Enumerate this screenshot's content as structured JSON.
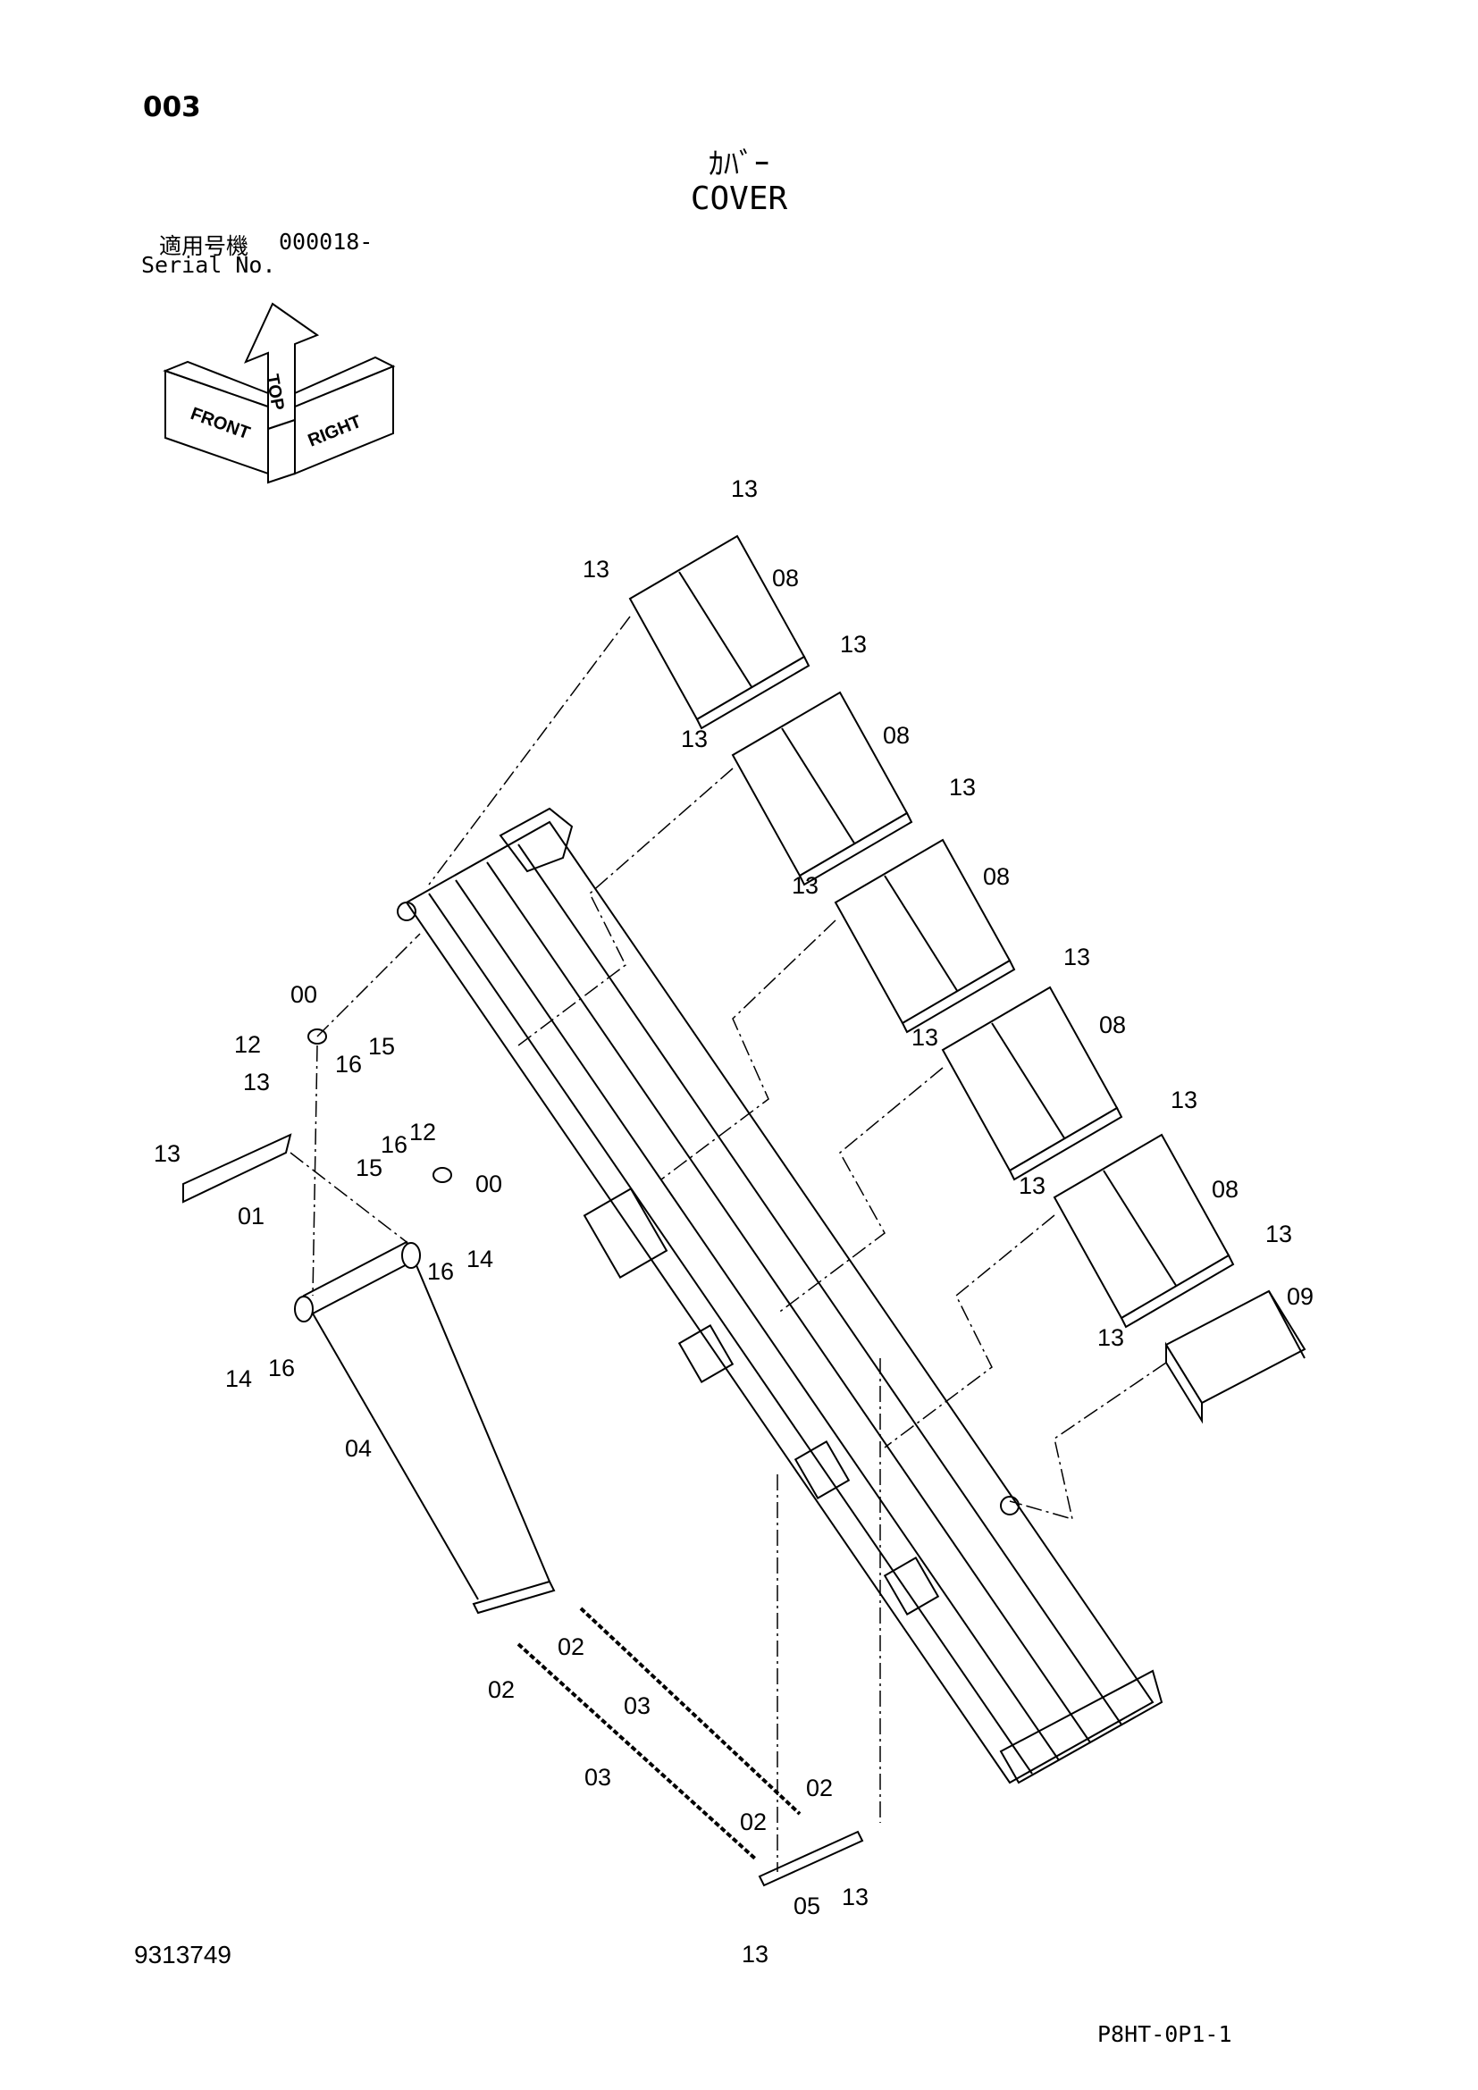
{
  "header": {
    "page_number": "003",
    "title_jp": "ｶﾊﾞｰ",
    "title_en": "COVER",
    "serial_label_jp": "適用号機",
    "serial_value": "000018-",
    "serial_label_en": "Serial No."
  },
  "orientation_icon": {
    "top": "TOP",
    "front": "FRONT",
    "right": "RIGHT"
  },
  "callouts": [
    "13",
    "13",
    "08",
    "13",
    "13",
    "08",
    "13",
    "13",
    "08",
    "13",
    "13",
    "08",
    "13",
    "13",
    "08",
    "13",
    "13",
    "09",
    "00",
    "12",
    "16",
    "15",
    "13",
    "13",
    "01",
    "15",
    "16",
    "12",
    "00",
    "16",
    "14",
    "14",
    "16",
    "04",
    "02",
    "02",
    "03",
    "03",
    "02",
    "02",
    "05",
    "13",
    "13"
  ],
  "footer": {
    "document_number": "9313749",
    "sheet_code": "P8HT-0P1-1"
  }
}
